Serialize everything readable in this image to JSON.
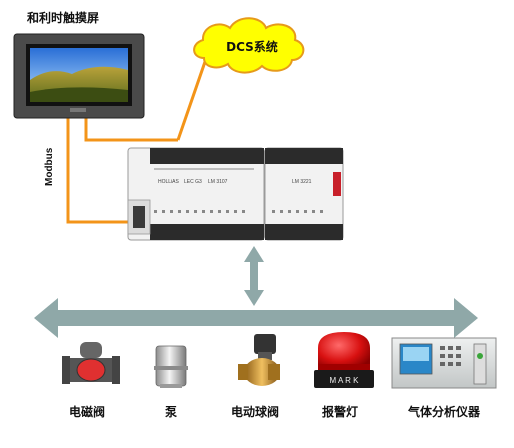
{
  "touchscreen": {
    "label": "和利时触摸屏"
  },
  "dcs": {
    "label": "DCS系统"
  },
  "link": {
    "label": "Modbus"
  },
  "plc": {
    "main_module": {
      "brand": "HOLLiAS",
      "series": "LEC G3",
      "model": "LM 3107"
    },
    "ext_module": {
      "model": "LM 3221"
    }
  },
  "devices": [
    {
      "id": "solenoid",
      "label": "电磁阀"
    },
    {
      "id": "pump",
      "label": "泵"
    },
    {
      "id": "ballvalve",
      "label": "电动球阀"
    },
    {
      "id": "alarm",
      "label": "报警灯"
    },
    {
      "id": "analyzer",
      "label": "气体分析仪器"
    }
  ],
  "colors": {
    "link_line": "#f39419",
    "cloud_fill": "#ffff00",
    "cloud_stroke": "#e69a1a",
    "bus_arrow": "#8fa8a8",
    "plc_body": "#f2f2f2",
    "plc_dark": "#2b2b2b",
    "plc_accent": "#c8202a"
  }
}
